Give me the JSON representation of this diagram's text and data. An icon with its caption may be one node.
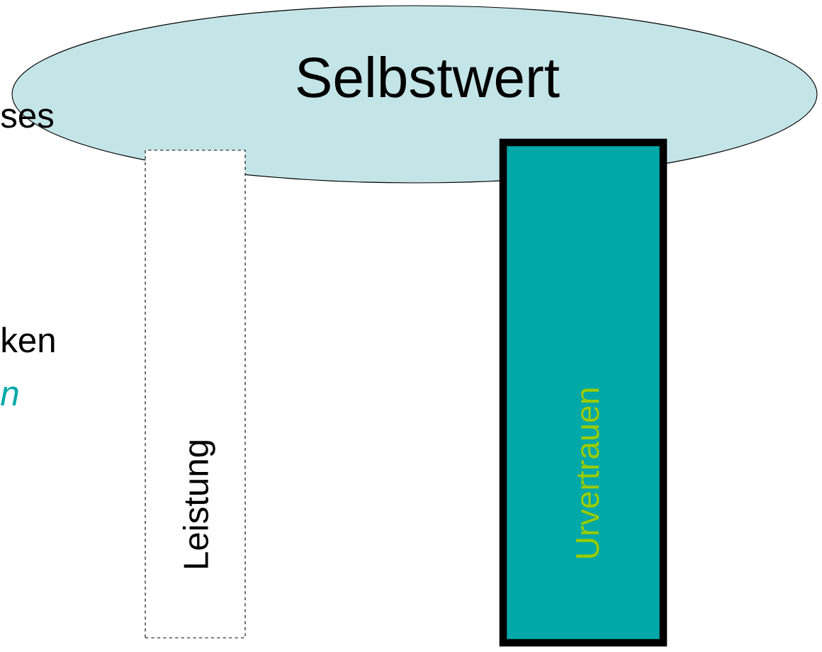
{
  "diagram": {
    "nodes": [
      {
        "text": [
          "Selbstwert"
        ]
      },
      {
        "text": [
          "Leistung"
        ]
      },
      {
        "text": [
          "Urvertrauen"
        ]
      }
    ],
    "labels": [
      "ses",
      "ken",
      "n"
    ]
  }
}
